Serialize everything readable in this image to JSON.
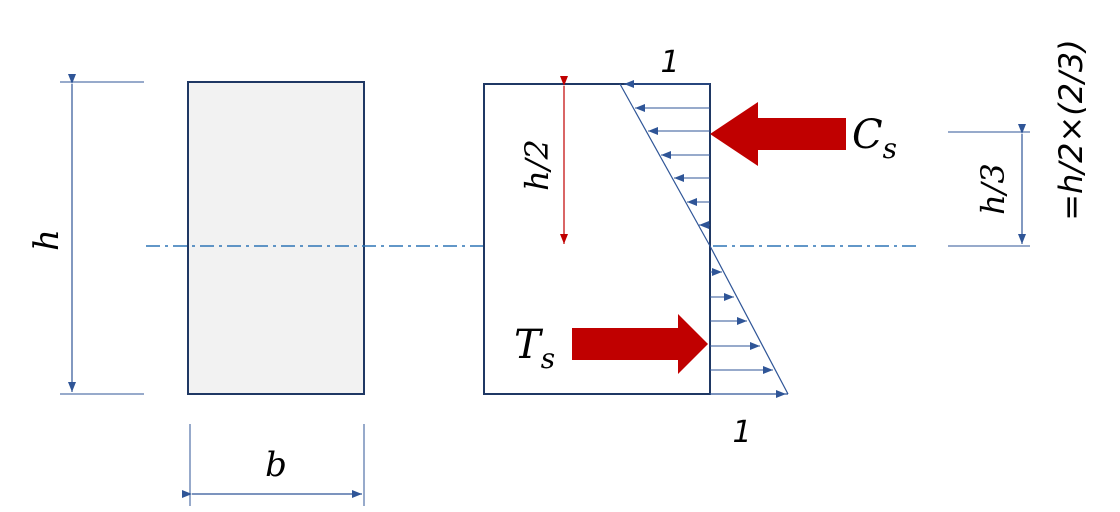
{
  "colors": {
    "outline": "#1f3864",
    "dim_blue": "#2f5597",
    "dim_red": "#c00000",
    "arrow_red": "#c00000",
    "section_fill": "#f2f2f2",
    "axis": "#2e75b6"
  },
  "labels": {
    "h": "h",
    "b": "b",
    "top_stress": "1",
    "bottom_stress": "1",
    "h_half": "h/2",
    "h_third": "h/3",
    "cs_main": "C",
    "cs_sub": "s",
    "ts_main": "T",
    "ts_sub": "s",
    "note": "=h/2×(2/3)"
  }
}
